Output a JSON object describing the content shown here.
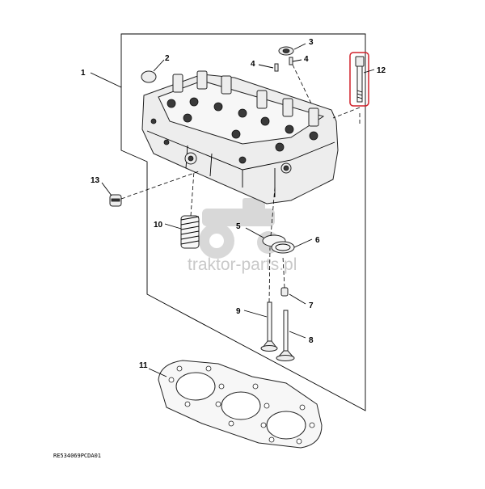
{
  "diagram": {
    "callouts": [
      {
        "id": "1",
        "label": "1"
      },
      {
        "id": "2",
        "label": "2"
      },
      {
        "id": "3",
        "label": "3"
      },
      {
        "id": "4a",
        "label": "4"
      },
      {
        "id": "4b",
        "label": "4"
      },
      {
        "id": "5",
        "label": "5"
      },
      {
        "id": "6",
        "label": "6"
      },
      {
        "id": "7",
        "label": "7"
      },
      {
        "id": "8",
        "label": "8"
      },
      {
        "id": "9",
        "label": "9"
      },
      {
        "id": "10",
        "label": "10"
      },
      {
        "id": "11",
        "label": "11"
      },
      {
        "id": "12",
        "label": "12"
      },
      {
        "id": "13",
        "label": "13"
      }
    ],
    "reference_code": "RE534069PCDA01",
    "watermark": "traktor-parts.pl",
    "highlight_color": "#d0202a"
  }
}
